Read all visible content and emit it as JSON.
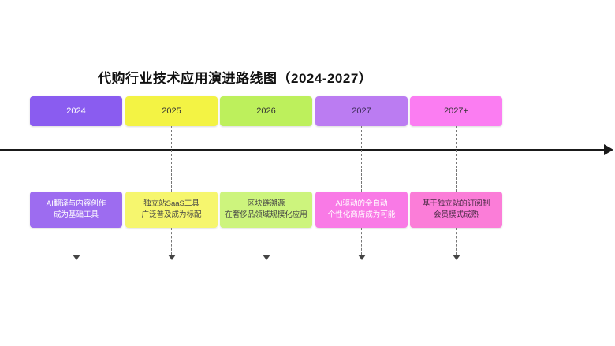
{
  "title": "代购行业技术应用演进路线图（2024-2027）",
  "colors": {
    "axis": "#1a1a1a",
    "connector": "#777777"
  },
  "timeline": {
    "items": [
      {
        "year": "2024",
        "year_bg": "#8a5cf0",
        "year_fg": "#ffffff",
        "desc_bg": "#9d6cf0",
        "desc_fg": "#ffffff",
        "lines": [
          "AI翻译与内容创作",
          "成为基础工具"
        ]
      },
      {
        "year": "2025",
        "year_bg": "#f3f344",
        "year_fg": "#333333",
        "desc_bg": "#f6f66e",
        "desc_fg": "#444444",
        "lines": [
          "独立站SaaS工具",
          "广泛普及成为标配"
        ]
      },
      {
        "year": "2026",
        "year_bg": "#bdf05c",
        "year_fg": "#333333",
        "desc_bg": "#cdf47d",
        "desc_fg": "#444444",
        "lines": [
          "区块链溯源",
          "在奢侈品领域规模化应用"
        ]
      },
      {
        "year": "2027",
        "year_bg": "#bb7cf2",
        "year_fg": "#3a2a55",
        "desc_bg": "#f97ae6",
        "desc_fg": "#ffffff",
        "lines": [
          "AI驱动的全自动",
          "个性化商店成为可能"
        ]
      },
      {
        "year": "2027+",
        "year_bg": "#fb7df2",
        "year_fg": "#333333",
        "desc_bg": "#fb7dd8",
        "desc_fg": "#4a2a44",
        "lines": [
          "基于独立站的订阅制",
          "会员模式成熟"
        ]
      }
    ]
  }
}
